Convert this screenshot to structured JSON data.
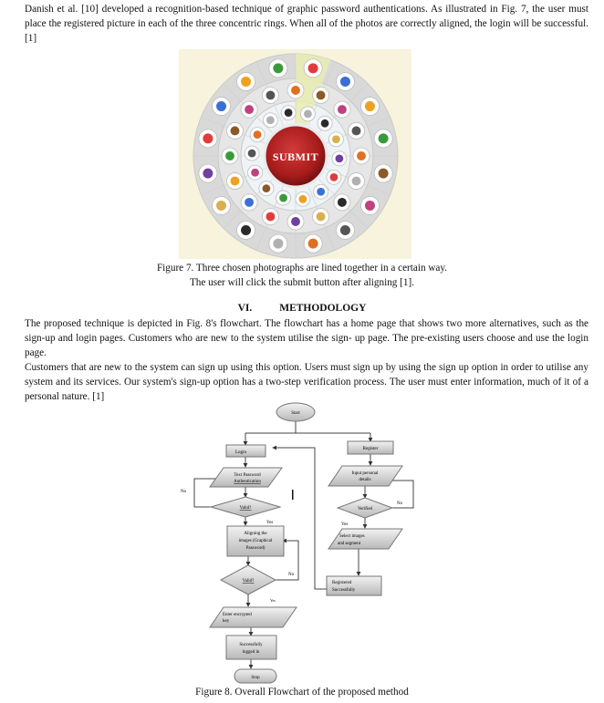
{
  "paragraphs": {
    "intro": "Danish et al. [10] developed a recognition-based technique of graphic password authentications. As illustrated in Fig. 7, the user must place  the registered picture in each of the three concentric rings. When all of the photos are correctly aligned, the login will be successful. [1]",
    "method_1": "The proposed technique is depicted in Fig. 8's flowchart. The flowchart has a home page that shows two more alternatives, such as the sign-up and login pages. Customers who are new to the system utilise the sign- up page. The pre-existing users choose and use the login page.",
    "method_2": "Customers that are new to the system can sign up using this option. Users must sign up by using the sign up option in order to utilise any system and its services. Our system's sign-up option has a two-step verification process. The user must enter information, much of it of a personal nature. [1]"
  },
  "figure7": {
    "submit_label": "SUBMIT",
    "caption_line1": "Figure 7. Three chosen photographs are lined together in a certain way.",
    "caption_line2": "The user will click the submit button after aligning [1].",
    "ring_colors": {
      "background": "#f7f3dc",
      "outer_ring": "#d9d9d9",
      "middle_ring": "#e6e6e6",
      "inner_ring": "#eef3f6",
      "highlight": "#e8ecb0",
      "submit": "#a81c1c"
    },
    "outer_icons": [
      "chanel-logo",
      "pepsi-ball",
      "mickey-ears",
      "beach-umbrella",
      "shark",
      "fruit",
      "bumblebee",
      "chrome-logo",
      "dog",
      "bird-toy",
      "red-apple",
      "orange-ball",
      "firefox-logo",
      "hammer",
      "green-frog",
      "penguin"
    ],
    "middle_icons": [
      "elephant",
      "fan",
      "orange-flower",
      "cowboy",
      "bread",
      "black-cat",
      "teddy-bear",
      "squirrel",
      "penguin-toy",
      "pink-clock",
      "swiss-cross",
      "monkey",
      "girl-doll",
      "eggplant",
      "green-lizard",
      "fish"
    ],
    "inner_icons": [
      "buffalo",
      "bananas",
      "tree",
      "parrot",
      "nut",
      "tool",
      "cake",
      "duck",
      "puppy",
      "strawberry",
      "melon",
      "cookie",
      "tire",
      "cucumber"
    ]
  },
  "section": {
    "number": "VI.",
    "title": "METHODOLOGY"
  },
  "figure8": {
    "caption": "Figure 8. Overall Flowchart of the proposed method",
    "nodes": {
      "start": "Start",
      "login": "Login",
      "register": "Register",
      "text_password_1": "Text Password",
      "text_password_2": "Authentication",
      "input_personal_1": "Input personal",
      "input_personal_2": "details",
      "valid_1": "Valid?",
      "verified": "Verified",
      "aligning_1": "Aligning the",
      "aligning_2": "images (Graphical",
      "aligning_3": "Password)",
      "select_images_1": "Select images",
      "select_images_2": "and segment",
      "valid_2": "Valid?",
      "registered_1": "Registered",
      "registered_2": "Successfully",
      "encrypted_1": "Enter encrypted",
      "encrypted_2": "key",
      "logged_1": "Successfully",
      "logged_2": "logged in",
      "stop": "Stop"
    },
    "edge_labels": {
      "no_left": "No",
      "yes_valid1": "Yes",
      "no_verified": "No",
      "yes_verified": "Yes",
      "no_valid2": "No",
      "yes_valid2": "Yes"
    }
  }
}
